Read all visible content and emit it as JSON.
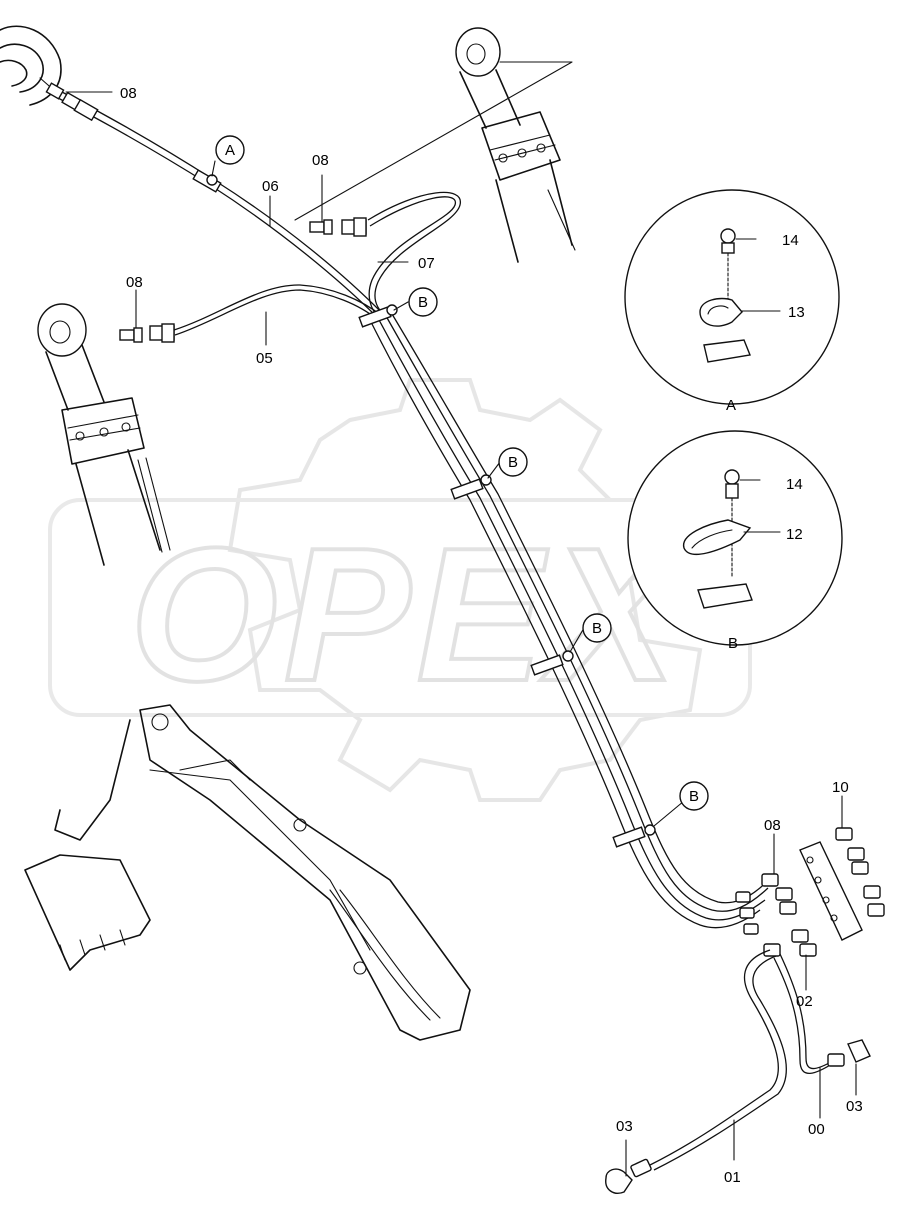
{
  "watermark": {
    "text": "OPEX"
  },
  "corner_note": "",
  "part_labels": {
    "p08_top": "08",
    "p08_mid": "08",
    "p08_left": "08",
    "p08_block": "08",
    "p06": "06",
    "p07": "07",
    "p05": "05",
    "p14_a": "14",
    "p13": "13",
    "p14_b": "14",
    "p12": "12",
    "p10": "10",
    "p02": "02",
    "p00": "00",
    "p01": "01",
    "p03_left": "03",
    "p03_right": "03"
  },
  "callouts": {
    "a_tag": "A",
    "b_tag_1": "B",
    "b_tag_2": "B",
    "b_tag_3": "B",
    "b_tag_4": "B"
  },
  "detail_views": {
    "a_caption": "A",
    "b_caption": "B"
  }
}
